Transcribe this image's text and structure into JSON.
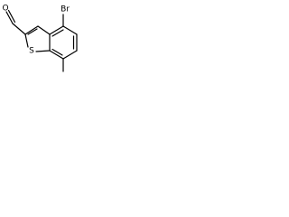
{
  "structure": {
    "atoms": {
      "bromine": "Br",
      "sulfur": "S",
      "oxygen": "O"
    },
    "colors": {
      "bond": "#000000",
      "label": "#000000",
      "background": "#ffffff"
    }
  }
}
